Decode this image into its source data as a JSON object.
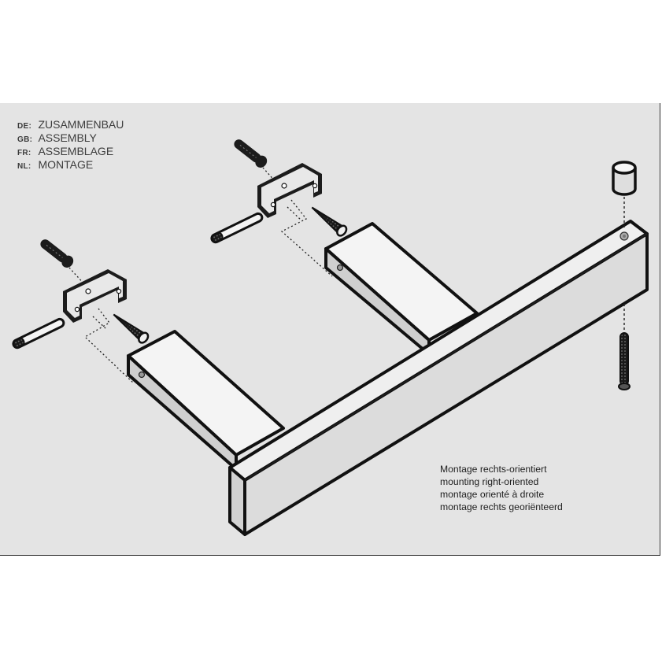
{
  "diagram": {
    "type": "assembly-instruction",
    "background_color": "#e4e4e4",
    "line_color": "#111111"
  },
  "title_block": {
    "rows": [
      {
        "code": "DE:",
        "text": "ZUSAMMENBAU"
      },
      {
        "code": "GB:",
        "text": "ASSEMBLY"
      },
      {
        "code": "FR:",
        "text": "ASSEMBLAGE"
      },
      {
        "code": "NL:",
        "text": "MONTAGE"
      }
    ]
  },
  "note": {
    "lines": [
      "Montage rechts-orientiert",
      "mounting right-oriented",
      "montage orienté à droite",
      "montage rechts georiënteerd"
    ]
  },
  "parts": {
    "left_bracket_set": [
      "wall-plug",
      "bracket",
      "threaded-rod",
      "screw"
    ],
    "right_bracket_set": [
      "wall-plug",
      "bracket",
      "threaded-rod",
      "screw"
    ],
    "arms": [
      "left-arm",
      "right-arm"
    ],
    "main_beam": "front-beam",
    "end_cap": "cylinder-cap",
    "long_screw": "long-screw"
  }
}
